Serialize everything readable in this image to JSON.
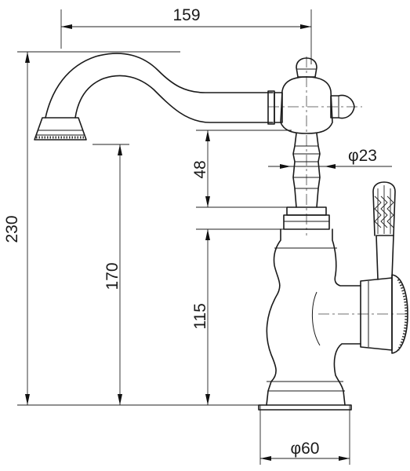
{
  "drawing": {
    "dimensions": {
      "width_top": "159",
      "total_height": "230",
      "spout_height": "170",
      "body_height": "115",
      "neck_height": "48",
      "neck_diameter": "φ23",
      "base_diameter": "φ60"
    }
  }
}
